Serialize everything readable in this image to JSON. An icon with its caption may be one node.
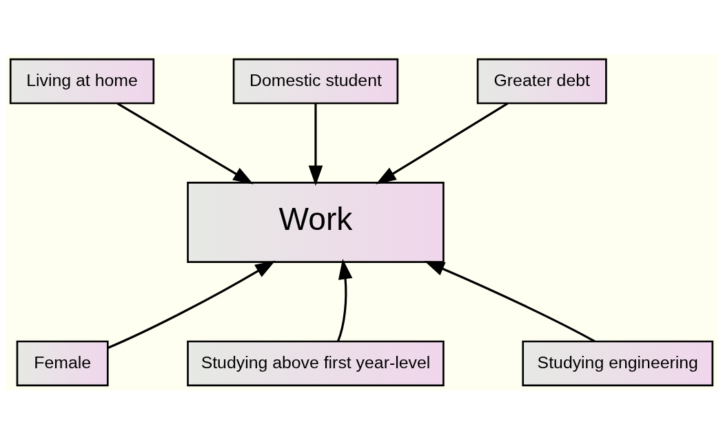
{
  "diagram": {
    "nodes": [
      {
        "text": [
          "Domestic student"
        ]
      },
      {
        "text": [
          "Living at home"
        ]
      },
      {
        "text": [
          "Greater debt"
        ]
      },
      {
        "text": [
          "Work"
        ]
      },
      {
        "text": [
          "Female"
        ]
      },
      {
        "text": [
          "Studying engineering"
        ]
      },
      {
        "text": [
          "Studying above first year-level"
        ]
      }
    ],
    "edges": [
      {
        "from": 0,
        "to": 3,
        "arrow": "to"
      },
      {
        "from": 1,
        "to": 3,
        "arrow": "to"
      },
      {
        "from": 2,
        "to": 3,
        "arrow": "to"
      },
      {
        "from": 4,
        "to": 3,
        "arrow": "to"
      },
      {
        "from": 5,
        "to": 3,
        "arrow": "to"
      },
      {
        "from": 6,
        "to": 3,
        "arrow": "to"
      }
    ]
  }
}
